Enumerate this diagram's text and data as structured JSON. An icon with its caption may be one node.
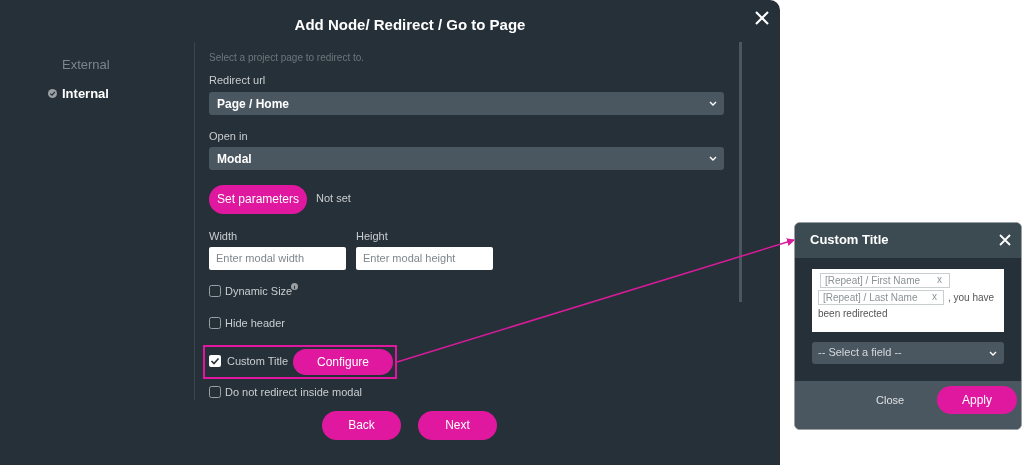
{
  "diagram": {
    "nodes": [
      {
        "text": [
          "Custom Title",
          "Configure"
        ]
      },
      {
        "text": [
          "Custom Title"
        ]
      }
    ],
    "edges": [
      {
        "from": 0,
        "to": 1,
        "arrow": "to",
        "color": "#d81b9a"
      }
    ],
    "labels": [
      "Add Node/ Redirect / Go to Page",
      "External",
      "Internal",
      "Select a project page to redirect to.",
      "Redirect url",
      "Page / Home",
      "Open in",
      "Modal",
      "Set parameters",
      "Not set",
      "Width",
      "Height",
      "Enter modal width",
      "Enter modal height",
      "Dynamic Size",
      "Hide header",
      "Do not redirect inside modal",
      "Back",
      "Next",
      "[Repeat] / First Name",
      "x",
      "[Repeat] / Last Name",
      "x",
      ", you have been redirected",
      "-- Select a field --",
      "Close",
      "Apply"
    ]
  }
}
